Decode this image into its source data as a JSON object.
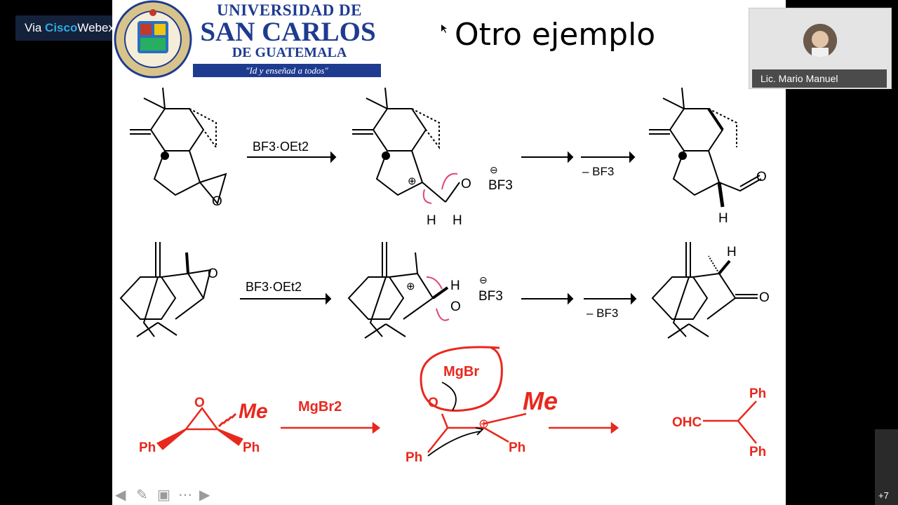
{
  "webex": {
    "via": "Via ",
    "cisco": "Cisco",
    "webex": "Webex"
  },
  "university": {
    "line1": "UNIVERSIDAD DE",
    "line2": "SAN CARLOS",
    "line3": "DE GUATEMALA",
    "motto": "\"Id y enseñad a todos\""
  },
  "slide": {
    "title": "Otro ejemplo"
  },
  "participant": {
    "name": "Lic. Mario Manuel"
  },
  "participants_more": "+7",
  "reactions": {
    "row1": {
      "reagent": "BF3·OEt2",
      "loss": "– BF3",
      "O": "O",
      "BF3": "BF3",
      "H": "H"
    },
    "row2": {
      "reagent": "BF3·OEt2",
      "loss": "– BF3",
      "O": "O",
      "BF3": "BF3",
      "H": "H"
    },
    "row3": {
      "reagent": "MgBr2",
      "O": "O",
      "Ph": "Ph",
      "Me": "Me",
      "MgBr": "MgBr",
      "OHC": "OHC"
    }
  },
  "colors": {
    "accent_red": "#e8281d",
    "brand_blue": "#1e3b8f",
    "magenta": "#e0457b"
  },
  "icons": [
    "back-arrow-icon",
    "pen-icon",
    "slides-icon",
    "more-icon",
    "forward-arrow-icon"
  ]
}
